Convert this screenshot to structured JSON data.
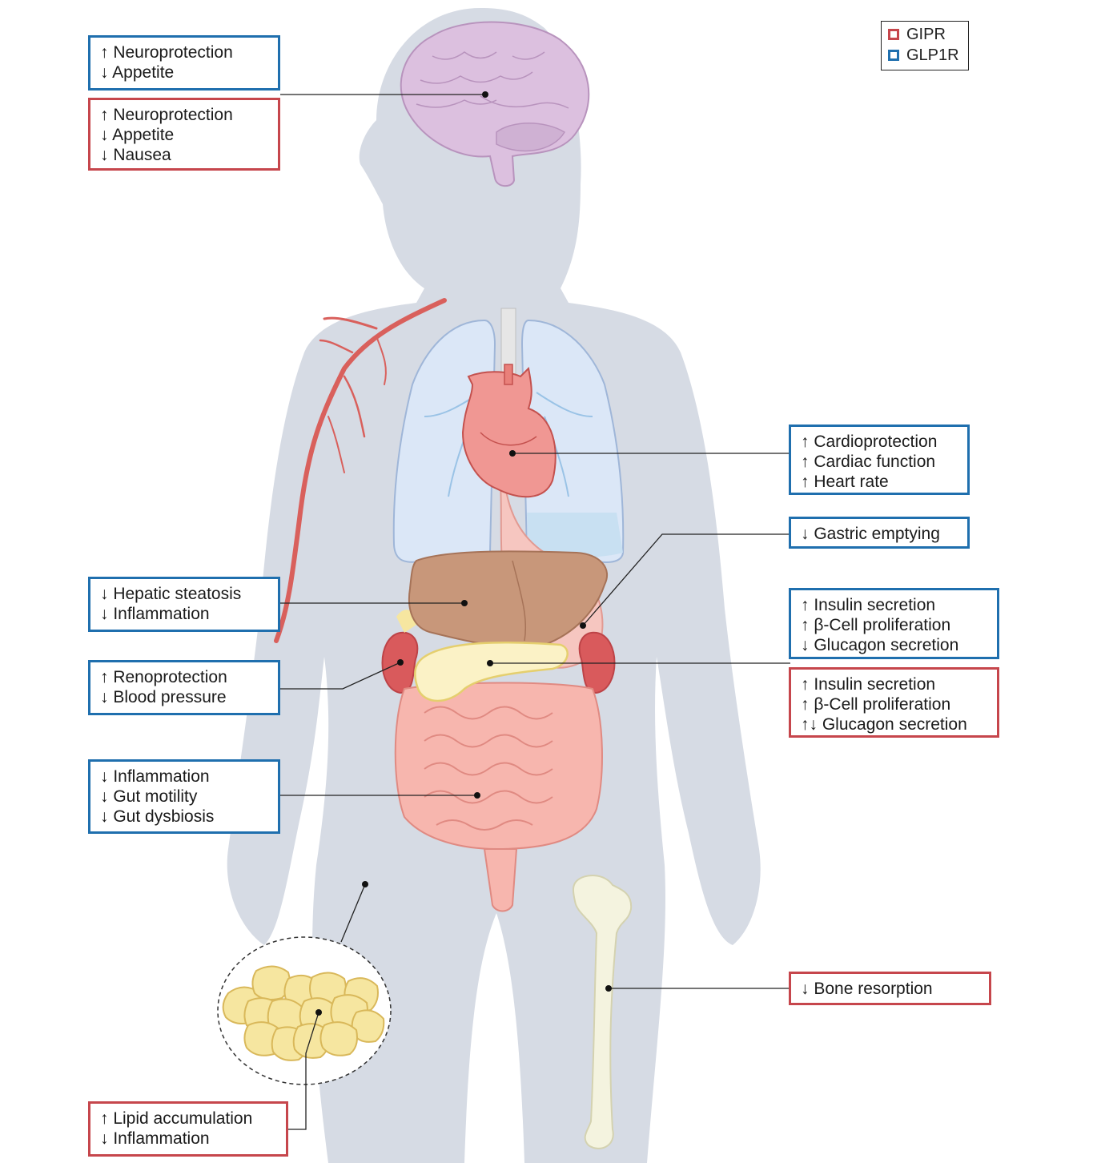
{
  "legend": [
    {
      "label": "GIPR",
      "color": "#c6464c"
    },
    {
      "label": "GLP1R",
      "color": "#1f6fae"
    }
  ],
  "boxes": {
    "brain_glp1r": {
      "receptor": "GLP1R",
      "lines": [
        "↑ Neuroprotection",
        "↓ Appetite"
      ]
    },
    "brain_gipr": {
      "receptor": "GIPR",
      "lines": [
        "↑ Neuroprotection",
        "↓ Appetite",
        "↓ Nausea"
      ]
    },
    "liver_glp1r": {
      "receptor": "GLP1R",
      "lines": [
        "↓ Hepatic steatosis",
        "↓ Inflammation"
      ]
    },
    "kidney_glp1r": {
      "receptor": "GLP1R",
      "lines": [
        "↑ Renoprotection",
        "↓ Blood pressure"
      ]
    },
    "gut_glp1r": {
      "receptor": "GLP1R",
      "lines": [
        "↓ Inflammation",
        "↓ Gut motility",
        "↓ Gut dysbiosis"
      ]
    },
    "adipose_gipr": {
      "receptor": "GIPR",
      "lines": [
        "↑ Lipid accumulation",
        "↓ Inflammation"
      ]
    },
    "heart_glp1r": {
      "receptor": "GLP1R",
      "lines": [
        "↑ Cardioprotection",
        "↑ Cardiac function",
        "↑ Heart rate"
      ]
    },
    "stomach_glp1r": {
      "receptor": "GLP1R",
      "lines": [
        "↓ Gastric emptying"
      ]
    },
    "pancreas_glp1r": {
      "receptor": "GLP1R",
      "lines": [
        "↑ Insulin secretion",
        "↑ β-Cell proliferation",
        "↓ Glucagon secretion"
      ]
    },
    "pancreas_gipr": {
      "receptor": "GIPR",
      "lines": [
        "↑ Insulin secretion",
        "↑ β-Cell proliferation",
        "↑↓ Glucagon secretion"
      ]
    },
    "bone_gipr": {
      "receptor": "GIPR",
      "lines": [
        "↓ Bone resorption"
      ]
    }
  }
}
